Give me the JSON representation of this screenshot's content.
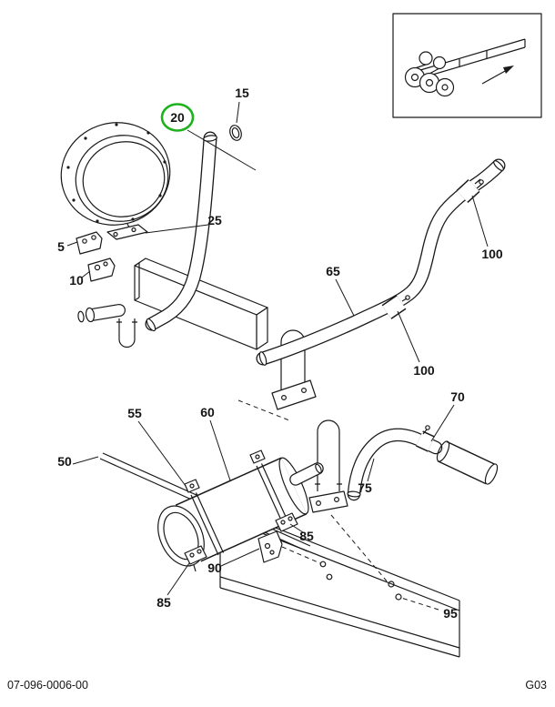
{
  "footer": {
    "doc_number": "07-096-0006-00",
    "page_code": "G03"
  },
  "colors": {
    "line": "#1a1a1a",
    "highlight_circle": "#1db11d"
  },
  "callouts": [
    {
      "label": "5"
    },
    {
      "label": "10"
    },
    {
      "label": "15"
    },
    {
      "label": "20",
      "highlighted": true
    },
    {
      "label": "25"
    },
    {
      "label": "50"
    },
    {
      "label": "55"
    },
    {
      "label": "60"
    },
    {
      "label": "65"
    },
    {
      "label": "70"
    },
    {
      "label": "75"
    },
    {
      "label": "85"
    },
    {
      "label": "85"
    },
    {
      "label": "90"
    },
    {
      "label": "95"
    },
    {
      "label": "100"
    },
    {
      "label": "100"
    }
  ]
}
